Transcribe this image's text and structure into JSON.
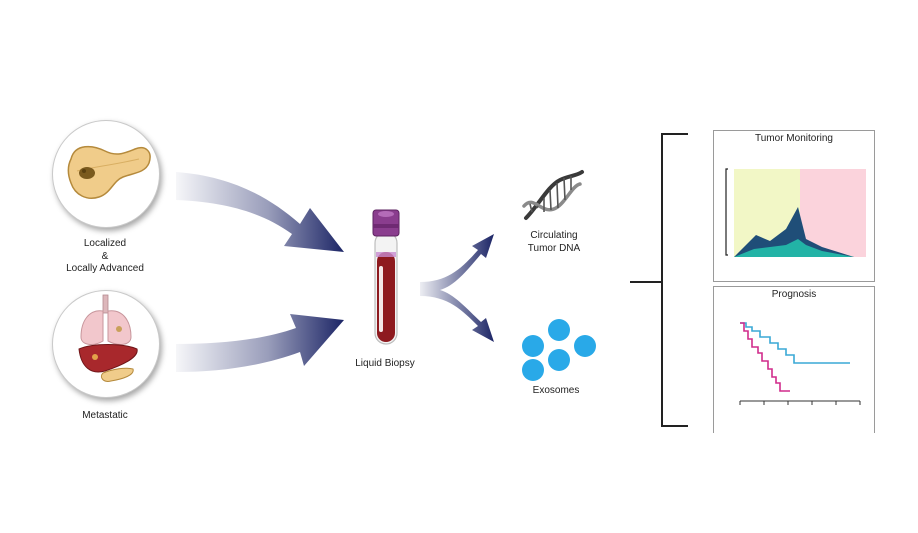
{
  "stages": {
    "localized": {
      "line1": "Localized",
      "line2": "&",
      "line3": "Locally Advanced"
    },
    "metastatic": "Metastatic"
  },
  "liquid_biopsy": "Liquid Biopsy",
  "analytes": {
    "ctdna_line1": "Circulating",
    "ctdna_line2": "Tumor DNA",
    "exosomes": "Exosomes"
  },
  "panels": {
    "monitoring_title": "Tumor Monitoring",
    "prognosis_title": "Prognosis"
  },
  "colors": {
    "arrow_dark": "#1c2566",
    "tube_cap": "#8a3d8e",
    "blood": "#8e1a1f",
    "exosome": "#29a9e8",
    "monitor_yellow": "#f2f7c6",
    "monitor_pink": "#fbd3dc",
    "monitor_dark": "#1f4e78",
    "monitor_teal": "#22b3a6",
    "km_blue": "#3aa9d6",
    "km_magenta": "#d12c8c"
  }
}
